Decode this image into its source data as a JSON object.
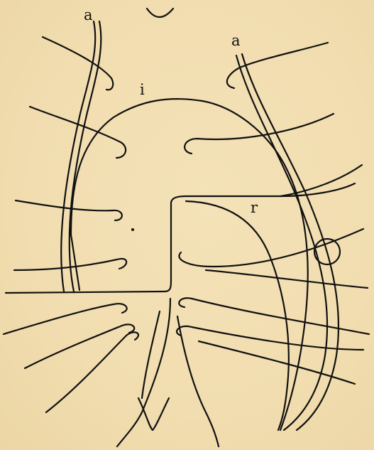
{
  "figure": {
    "labels": {
      "a_left": "a",
      "a_right": "a",
      "i": "i",
      "r": "r"
    }
  },
  "colors": {
    "paper": "#f3e0b4",
    "ink": "#111111"
  }
}
